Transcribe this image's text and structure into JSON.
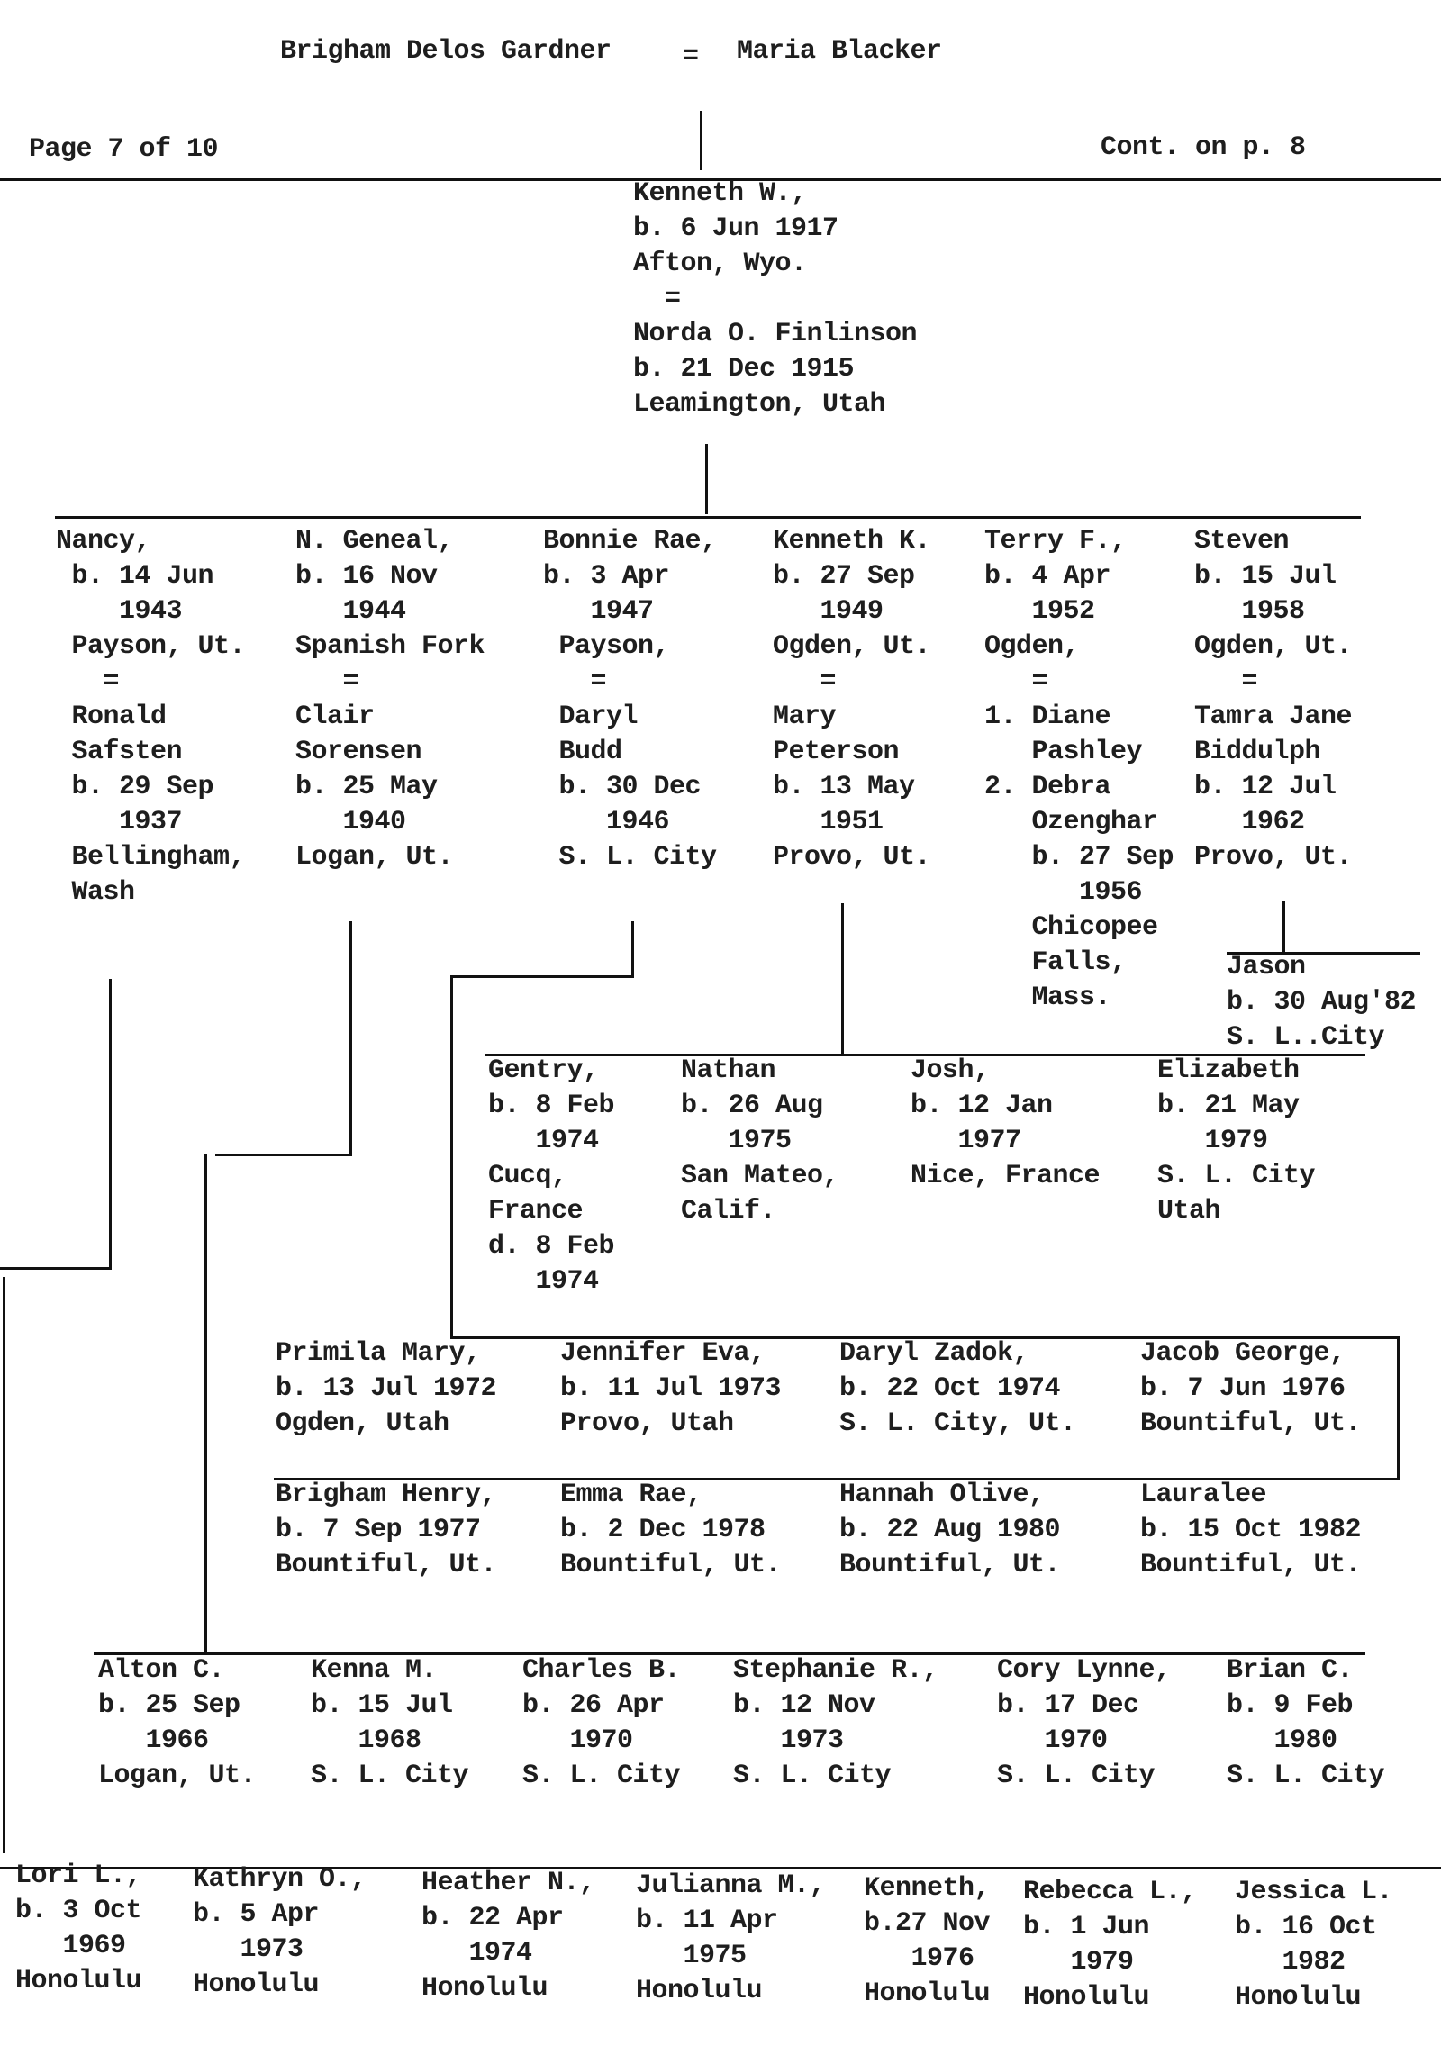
{
  "header": {
    "father": "Brigham Delos Gardner",
    "equals": "=",
    "mother": "Maria Blacker",
    "page": "Page 7 of 10",
    "continued": "Cont. on p. 8"
  },
  "groups": {
    "parents": [
      {
        "lines": [
          "Kenneth W.,",
          "b. 6 Jun 1917",
          "Afton, Wyo.",
          "  =",
          "Norda O. Finlinson",
          "b. 21 Dec 1915",
          "Leamington, Utah"
        ]
      }
    ],
    "children": [
      {
        "lines": [
          "Nancy,",
          " b. 14 Jun",
          "    1943",
          " Payson, Ut.",
          "   =",
          " Ronald",
          " Safsten",
          " b. 29 Sep",
          "    1937",
          " Bellingham,",
          " Wash"
        ]
      },
      {
        "lines": [
          "N. Geneal,",
          "b. 16 Nov",
          "   1944",
          "Spanish Fork",
          "   =",
          "Clair",
          "Sorensen",
          "b. 25 May",
          "   1940",
          "Logan, Ut."
        ]
      },
      {
        "lines": [
          "Bonnie Rae,",
          "b. 3 Apr",
          "   1947",
          " Payson,",
          "   =",
          " Daryl",
          " Budd",
          " b. 30 Dec",
          "    1946",
          " S. L. City"
        ]
      },
      {
        "lines": [
          "Kenneth K.",
          "b. 27 Sep",
          "   1949",
          "Ogden, Ut.",
          "   =",
          "Mary",
          "Peterson",
          "b. 13 May",
          "   1951",
          "Provo, Ut."
        ]
      },
      {
        "lines": [
          "Terry F.,",
          "b. 4 Apr",
          "   1952",
          "Ogden,",
          "   =",
          "1. Diane",
          "   Pashley",
          "2. Debra",
          "   Ozenghar",
          "   b. 27 Sep",
          "      1956",
          "   Chicopee",
          "   Falls,",
          "   Mass."
        ]
      },
      {
        "lines": [
          "Steven",
          "b. 15 Jul",
          "   1958",
          "Ogden, Ut.",
          "   =",
          "Tamra Jane",
          "Biddulph",
          "b. 12 Jul",
          "   1962",
          "Provo, Ut."
        ]
      }
    ],
    "steven_children": [
      {
        "lines": [
          "Jason",
          "b. 30 Aug'82",
          "S. L..City"
        ]
      }
    ],
    "kenneth_k_children": [
      {
        "lines": [
          "Gentry,",
          "b. 8 Feb",
          "   1974",
          "Cucq,",
          "France",
          "d. 8 Feb",
          "   1974"
        ]
      },
      {
        "lines": [
          "Nathan",
          "b. 26 Aug",
          "   1975",
          "San Mateo,",
          "Calif."
        ]
      },
      {
        "lines": [
          "Josh,",
          "b. 12 Jan",
          "   1977",
          "Nice, France"
        ]
      },
      {
        "lines": [
          "Elizabeth",
          "b. 21 May",
          "   1979",
          "S. L. City",
          "Utah"
        ]
      }
    ],
    "bonnie_children": [
      {
        "lines": [
          "Primila Mary,",
          "b. 13 Jul 1972",
          "Ogden, Utah"
        ]
      },
      {
        "lines": [
          "Jennifer Eva,",
          "b. 11 Jul 1973",
          "Provo, Utah"
        ]
      },
      {
        "lines": [
          "Daryl Zadok,",
          "b. 22 Oct 1974",
          "S. L. City, Ut."
        ]
      },
      {
        "lines": [
          "Jacob George,",
          "b. 7 Jun 1976",
          "Bountiful, Ut."
        ]
      },
      {
        "lines": [
          "Brigham Henry,",
          "b. 7 Sep 1977",
          "Bountiful, Ut."
        ]
      },
      {
        "lines": [
          "Emma Rae,",
          "b. 2 Dec 1978",
          "Bountiful, Ut."
        ]
      },
      {
        "lines": [
          "Hannah Olive,",
          "b. 22 Aug 1980",
          "Bountiful, Ut."
        ]
      },
      {
        "lines": [
          "Lauralee",
          "b. 15 Oct 1982",
          "Bountiful, Ut."
        ]
      }
    ],
    "geneal_children": [
      {
        "lines": [
          "Alton C.",
          "b. 25 Sep",
          "   1966",
          "Logan, Ut."
        ]
      },
      {
        "lines": [
          "Kenna M.",
          "b. 15 Jul",
          "   1968",
          "S. L. City"
        ]
      },
      {
        "lines": [
          "Charles B.",
          "b. 26 Apr",
          "   1970",
          "S. L. City"
        ]
      },
      {
        "lines": [
          "Stephanie R.,",
          "b. 12 Nov",
          "   1973",
          "S. L. City"
        ]
      },
      {
        "lines": [
          "Cory Lynne,",
          "b. 17 Dec",
          "   1970",
          "S. L. City"
        ]
      },
      {
        "lines": [
          "Brian C.",
          "b. 9 Feb",
          "   1980",
          "S. L. City"
        ]
      }
    ],
    "nancy_children": [
      {
        "lines": [
          "Lori L.,",
          "b. 3 Oct",
          "   1969",
          "Honolulu"
        ]
      },
      {
        "lines": [
          "Kathryn O.,",
          "b. 5 Apr",
          "   1973",
          "Honolulu"
        ]
      },
      {
        "lines": [
          "Heather N.,",
          "b. 22 Apr",
          "   1974",
          "Honolulu"
        ]
      },
      {
        "lines": [
          "Julianna M.,",
          "b. 11 Apr",
          "   1975",
          "Honolulu"
        ]
      },
      {
        "lines": [
          "Kenneth,",
          "b.27 Nov",
          "   1976",
          "Honolulu"
        ]
      },
      {
        "lines": [
          "Rebecca L.,",
          "b. 1 Jun",
          "   1979",
          "Honolulu"
        ]
      },
      {
        "lines": [
          "Jessica L.",
          "b. 16 Oct",
          "   1982",
          "Honolulu"
        ]
      }
    ]
  }
}
